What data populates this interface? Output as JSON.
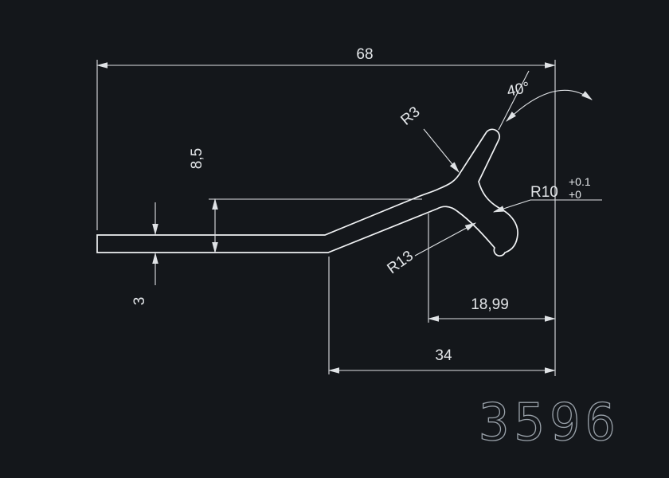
{
  "canvas": {
    "background": "#14171b",
    "line_color": "#dfe2e5",
    "profile_line_color": "#f0f2f4",
    "text_color": "#e3e6e9",
    "part_number_color": "#99a1a9"
  },
  "dims": {
    "overall_width": "68",
    "angle": "40°",
    "fillet": "R3",
    "height": "8,5",
    "thickness": "3",
    "radius_groove": "R10",
    "tol_upper": "+0.1",
    "tol_lower": "+0",
    "radius_flange": "R13",
    "flange_width": "18,99",
    "head_width": "34"
  },
  "part_number": "3596"
}
